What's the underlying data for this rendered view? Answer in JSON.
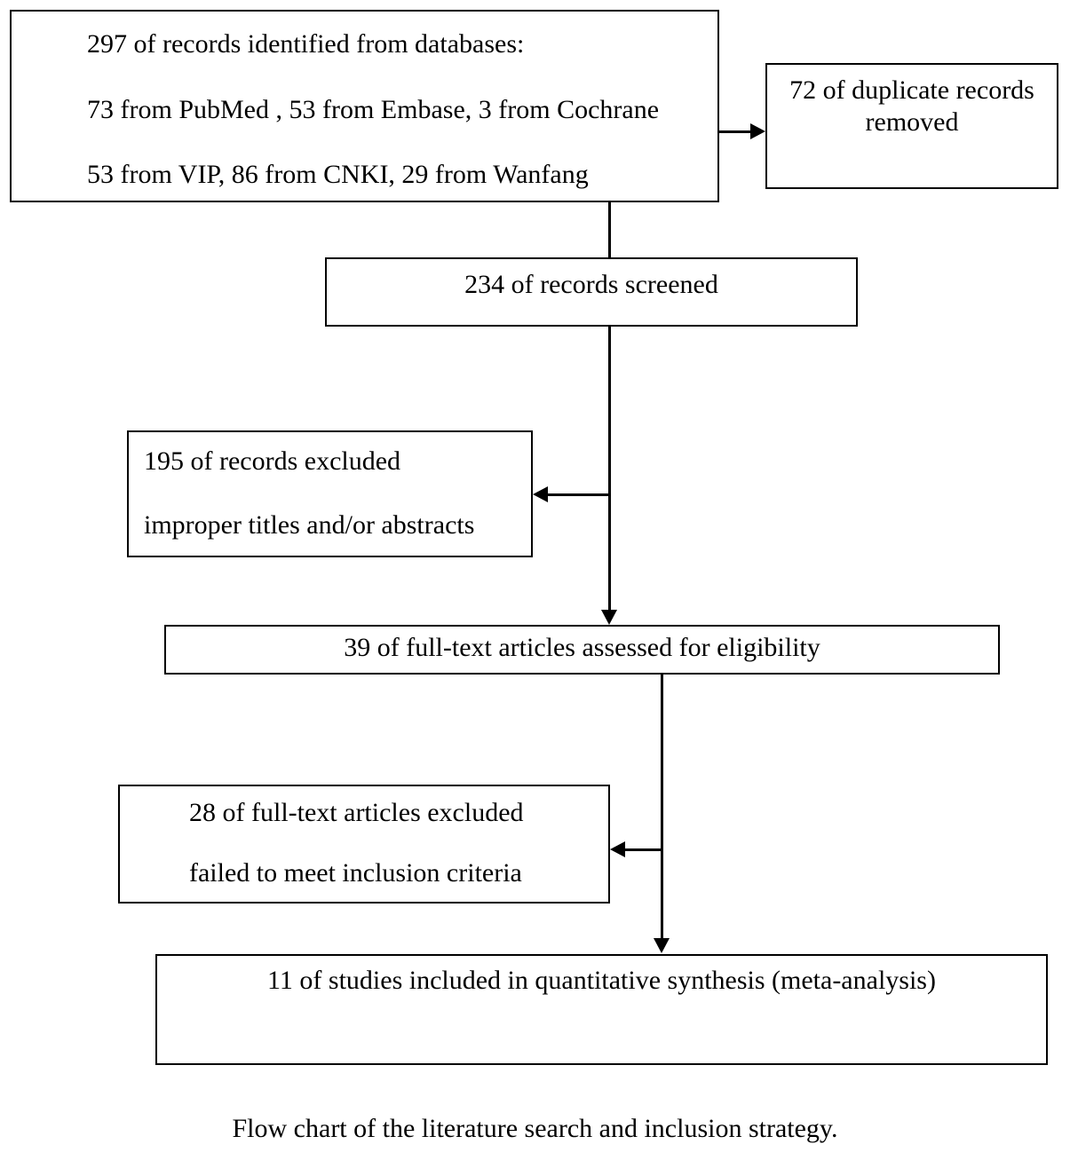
{
  "figure": {
    "caption": "Flow chart of the literature search and inclusion strategy.",
    "line_color": "#000000",
    "box_fill": "#ffffff",
    "background": "#ffffff"
  },
  "nodes": {
    "identified": {
      "line1": "297 of records identified from databases:",
      "line2": "73 from PubMed , 53 from Embase, 3 from Cochrane",
      "line3": "53 from VIP, 86 from CNKI, 29 from Wanfang"
    },
    "duplicates_removed": {
      "line1": "72 of duplicate records",
      "line2": "removed"
    },
    "screened": {
      "line1": "234 of records screened"
    },
    "records_excluded": {
      "line1": "195 of records excluded",
      "line2": "improper titles and/or abstracts"
    },
    "fulltext_assessed": {
      "line1": "39 of full-text articles assessed for eligibility"
    },
    "fulltext_excluded": {
      "line1": "28 of full-text articles excluded",
      "line2": "failed to meet inclusion criteria"
    },
    "included": {
      "line1": "11 of studies included in quantitative synthesis (meta-analysis)"
    }
  },
  "counts": {
    "identified_total": 297,
    "pubmed": 73,
    "embase": 53,
    "cochrane": 3,
    "vip": 53,
    "cnki": 86,
    "wanfang": 29,
    "duplicates_removed": 72,
    "screened": 234,
    "records_excluded": 195,
    "fulltext_assessed": 39,
    "fulltext_excluded": 28,
    "included": 11
  }
}
